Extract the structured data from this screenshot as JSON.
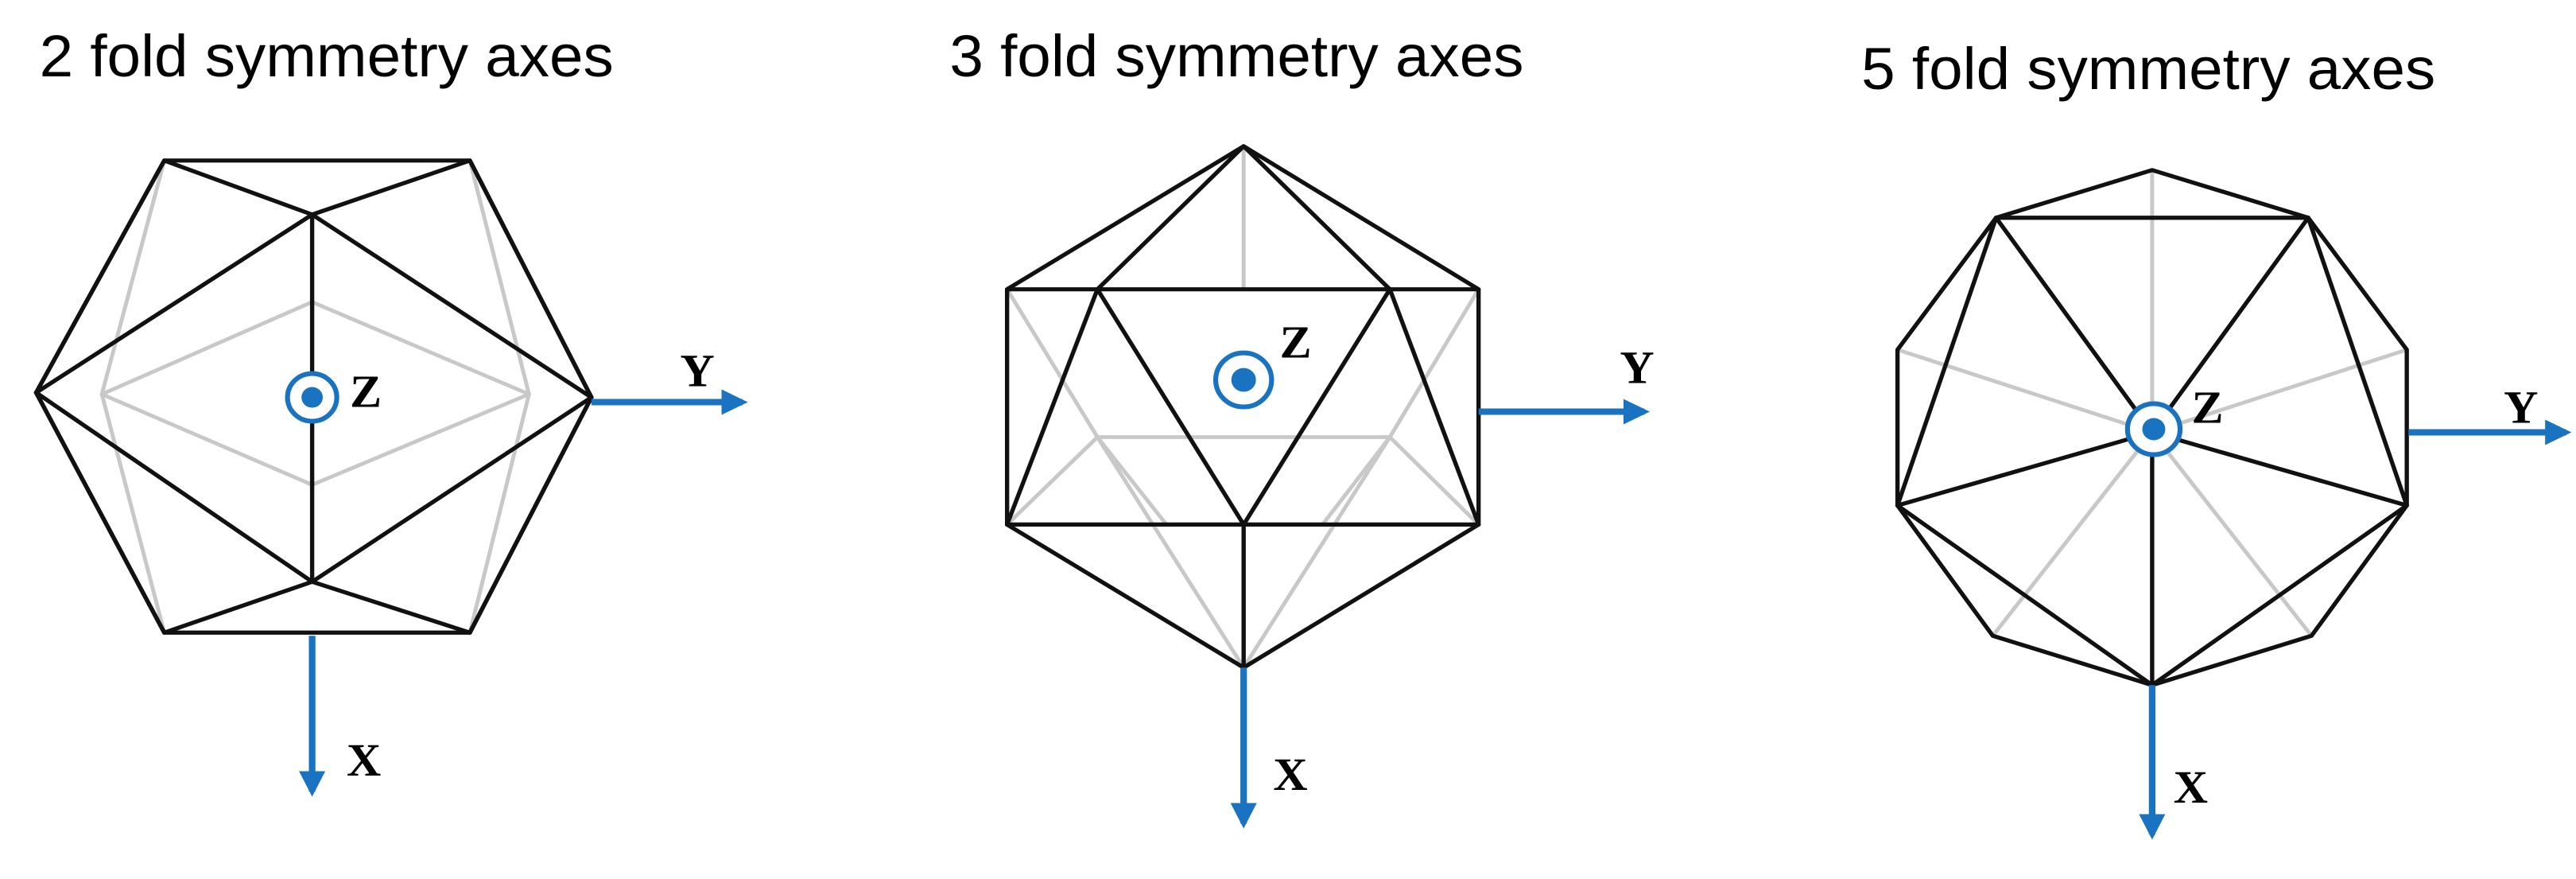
{
  "colors": {
    "axis": "#1a73c0",
    "edge_front": "#111111",
    "edge_back": "#c8c8c8"
  },
  "panels": [
    {
      "title": "2 fold symmetry axes",
      "axes": {
        "x": "X",
        "y": "Y",
        "z": "Z"
      }
    },
    {
      "title": "3 fold symmetry axes",
      "axes": {
        "x": "X",
        "y": "Y",
        "z": "Z"
      }
    },
    {
      "title": "5 fold symmetry axes",
      "axes": {
        "x": "X",
        "y": "Y",
        "z": "Z"
      }
    }
  ]
}
